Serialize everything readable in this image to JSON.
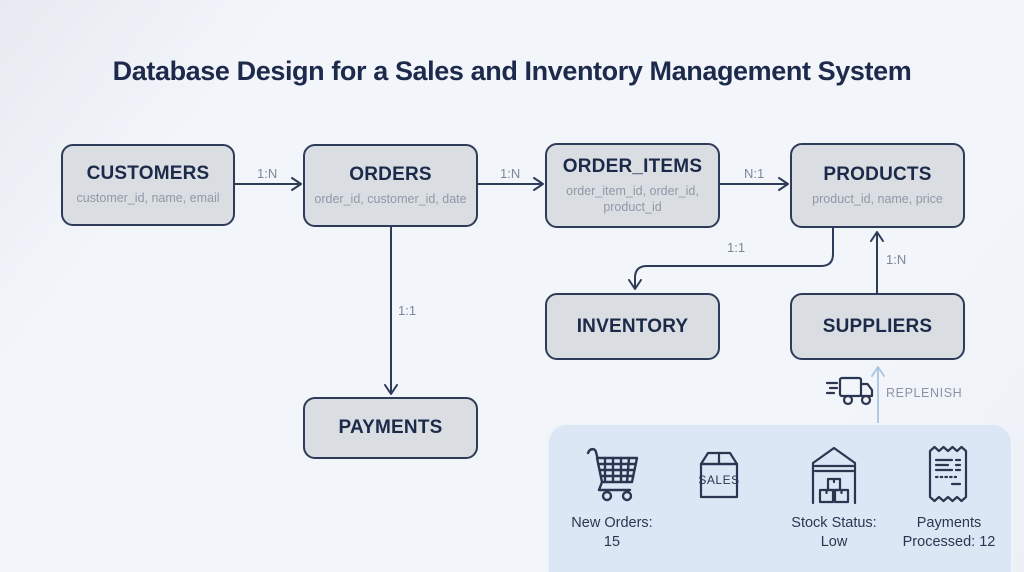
{
  "title": "Database Design for a Sales and Inventory Management System",
  "entities": {
    "customers": {
      "title": "CUSTOMERS",
      "fields": "customer_id, name, email"
    },
    "orders": {
      "title": "ORDERS",
      "fields": "order_id, customer_id, date"
    },
    "order_items": {
      "title": "ORDER_ITEMS",
      "fields": "order_item_id, order_id, product_id"
    },
    "products": {
      "title": "PRODUCTS",
      "fields": "product_id, name, price"
    },
    "inventory": {
      "title": "INVENTORY"
    },
    "suppliers": {
      "title": "SUPPLIERS"
    },
    "payments": {
      "title": "PAYMENTS"
    }
  },
  "relationships": [
    {
      "from": "CUSTOMERS",
      "to": "ORDERS",
      "label": "1:N"
    },
    {
      "from": "ORDERS",
      "to": "ORDER_ITEMS",
      "label": "1:N"
    },
    {
      "from": "ORDER_ITEMS",
      "to": "PRODUCTS",
      "label": "N:1"
    },
    {
      "from": "ORDERS",
      "to": "PAYMENTS",
      "label": "1:1"
    },
    {
      "from": "PRODUCTS",
      "to": "INVENTORY",
      "label": "1:1"
    },
    {
      "from": "SUPPLIERS",
      "to": "PRODUCTS",
      "label": "1:N"
    }
  ],
  "replenish": {
    "label": "REPLENISH",
    "icon": "delivery-truck-icon"
  },
  "flow_panel": {
    "steps": [
      {
        "icon": "shopping-cart-icon",
        "label_line1": "New Orders:",
        "label_line2": "15"
      },
      {
        "icon": "package-icon",
        "box_text": "SALES"
      },
      {
        "icon": "warehouse-icon",
        "label_line1": "Stock Status:",
        "label_line2": "Low"
      },
      {
        "icon": "receipt-icon",
        "label_line1": "Payments",
        "label_line2": "Processed: 12"
      }
    ]
  },
  "colors": {
    "background": "#f2f5fa",
    "entity_fill": "#dadee3",
    "entity_border": "#2e3c59",
    "title_text": "#1d2a4c",
    "muted_text": "#9098a6",
    "panel_fill": "#dbe7f4",
    "flow_arrow": "#a9c6e1"
  }
}
